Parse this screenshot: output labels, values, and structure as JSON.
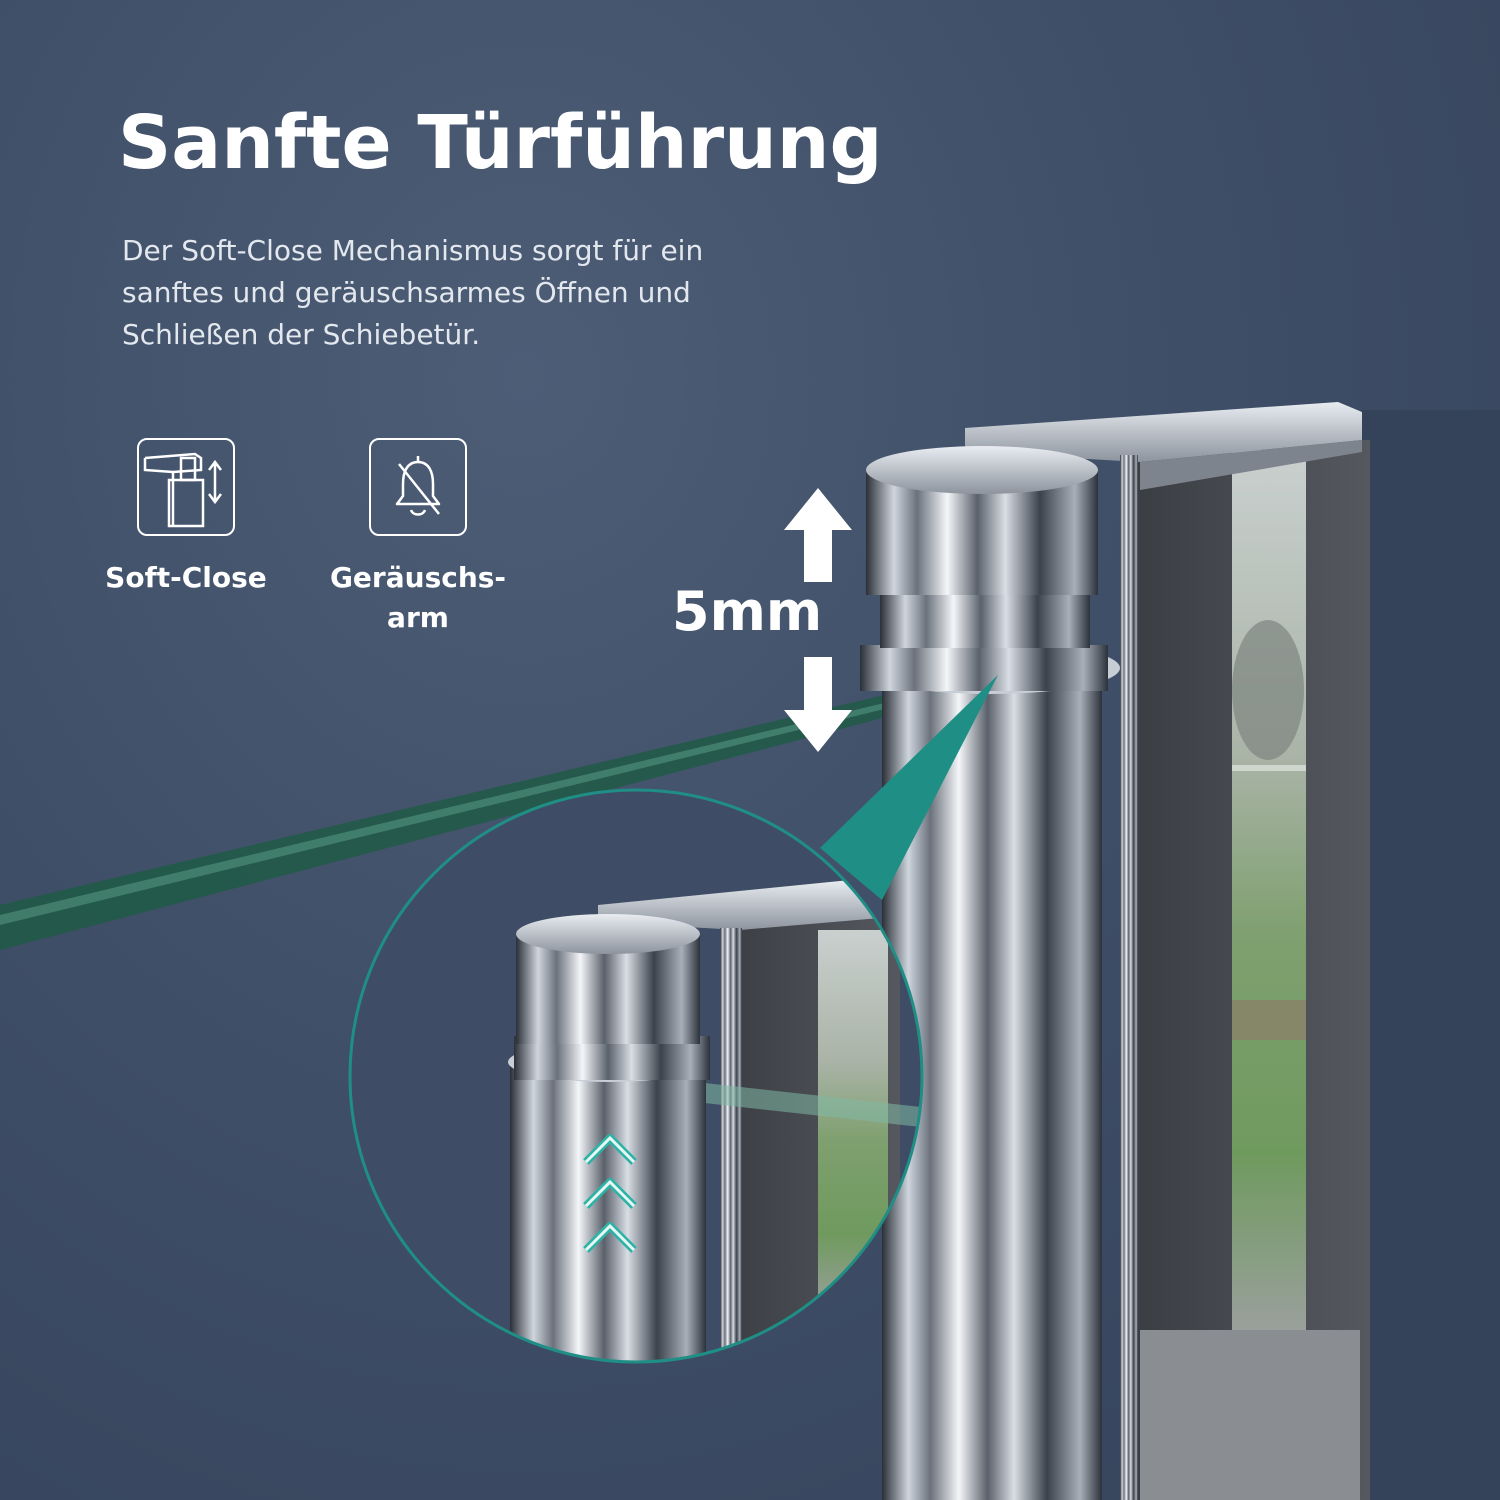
{
  "headline": "Sanfte Türführung",
  "description": [
    "Der Soft-Close Mechanismus sorgt für ein",
    "sanftes und geräuschsarmes Öffnen und",
    "Schließen der Schiebetür."
  ],
  "features": [
    {
      "icon": "soft-close-icon",
      "label_lines": [
        "Soft-Close"
      ]
    },
    {
      "icon": "bell-off-icon",
      "label_lines": [
        "Geräuschs-",
        "arm"
      ]
    }
  ],
  "measurement": "5mm",
  "colors": {
    "background": "#3f4f67",
    "accent": "#1f8f86",
    "text": "#ffffff"
  }
}
